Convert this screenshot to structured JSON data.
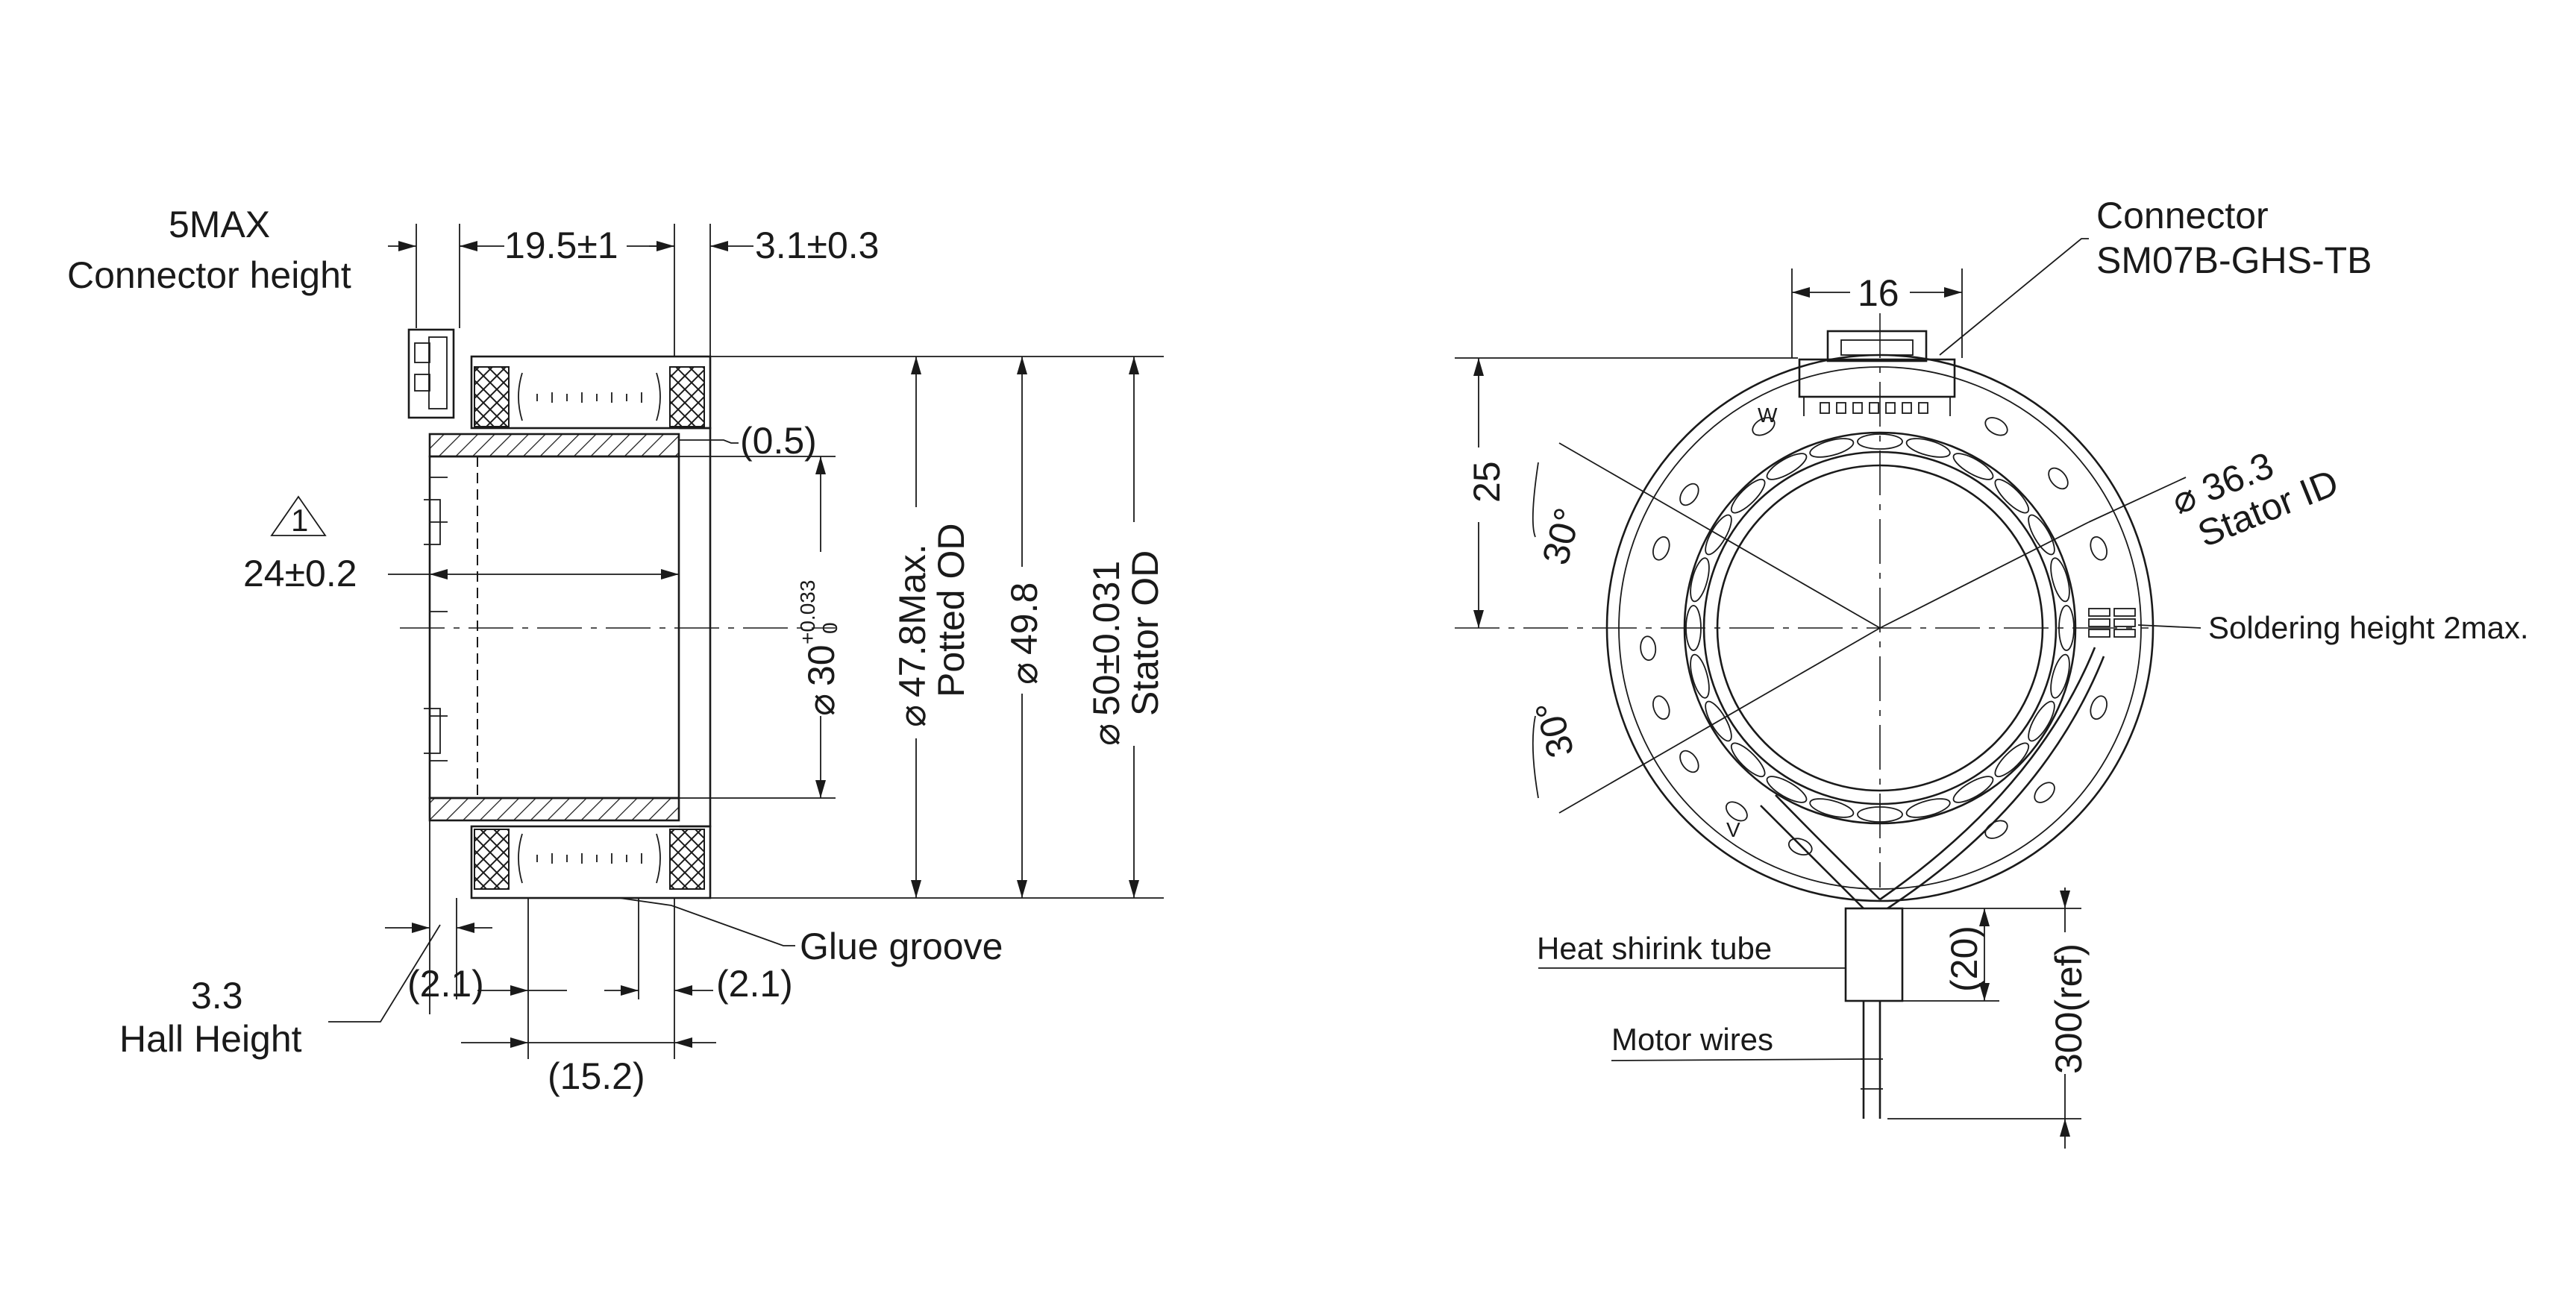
{
  "side_view": {
    "connector_height_value": "5MAX",
    "connector_height_label": "Connector height",
    "length_19_5": "19.5±1",
    "offset_3_1": "3.1±0.3",
    "gap_0_5": "(0.5)",
    "datum_mark": "1",
    "length_24": "24±0.2",
    "bore_dia": "30",
    "bore_tol_upper": "+0.033",
    "bore_tol_lower": "0",
    "potted_od_value": "47.8Max.",
    "potted_od_label": "Potted OD",
    "dia_49_8": "49.8",
    "stator_od_value": "50±0.031",
    "stator_od_label": "Stator OD",
    "glue_groove": "Glue groove",
    "hall_height_value": "3.3",
    "hall_height_label": "Hall Height",
    "dim_2_1_left": "(2.1)",
    "dim_2_1_right": "(2.1)",
    "dim_15_2": "(15.2)"
  },
  "front_view": {
    "connector_label": "Connector",
    "connector_part": "SM07B-GHS-TB",
    "width_16": "16",
    "height_25": "25",
    "angle_top": "30°",
    "angle_bottom": "30°",
    "stator_id_value": "36.3",
    "stator_id_label": "Stator ID",
    "soldering_height": "Soldering height 2max.",
    "phase_w": "W",
    "phase_v": "V",
    "heat_shrink": "Heat shirink tube",
    "motor_wires": "Motor wires",
    "dim_20": "(20)",
    "dim_300": "300(ref)"
  },
  "symbols": {
    "diameter": "⌀"
  }
}
